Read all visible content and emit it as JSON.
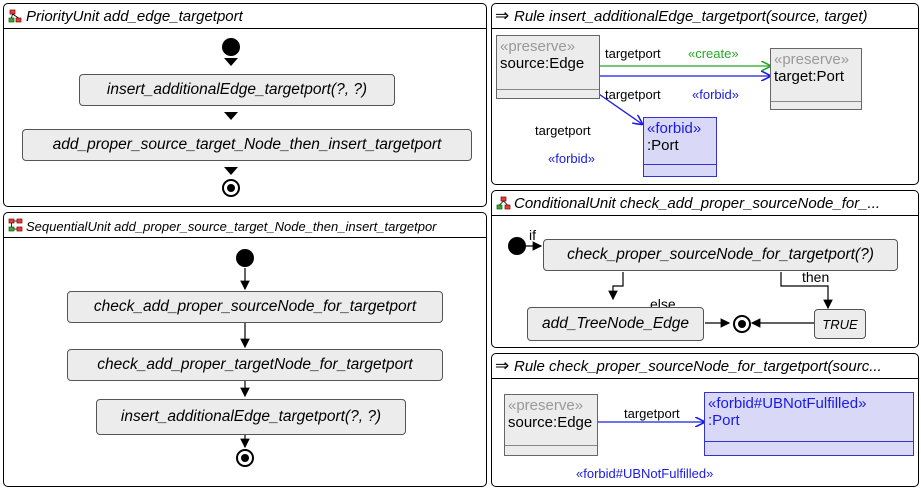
{
  "priority_unit": {
    "title": "PriorityUnit add_edge_targetport",
    "icon": "priority-unit-icon",
    "box1": "insert_additionalEdge_targetport(?, ?)",
    "box2": "add_proper_source_target_Node_then_insert_targetport"
  },
  "sequential_unit": {
    "title": "SequentialUnit add_proper_source_target_Node_then_insert_targetpor",
    "icon": "sequential-unit-icon",
    "box1": "check_add_proper_sourceNode_for_targetport",
    "box2": "check_add_proper_targetNode_for_targetport",
    "box3": "insert_additionalEdge_targetport(?, ?)"
  },
  "rule_insert": {
    "title": "Rule insert_additionalEdge_targetport(source, target)",
    "arrow": "⇒",
    "source": {
      "stereotype": "«preserve»",
      "name": "source:Edge"
    },
    "target": {
      "stereotype": "«preserve»",
      "name": "target:Port"
    },
    "forbid_port": {
      "stereotype": "«forbid»",
      "name": ":Port"
    },
    "edge_create": {
      "label": "targetport",
      "action": "«create»"
    },
    "edge_forbid": {
      "label": "targetport",
      "action": "«forbid»"
    },
    "edge_forbid2": {
      "label": "targetport",
      "action": "«forbid»"
    },
    "colors": {
      "create": "#22aa22",
      "forbid": "#1a1ae6"
    }
  },
  "conditional_unit": {
    "title": "ConditionalUnit check_add_proper_sourceNode_for_...",
    "icon": "conditional-unit-icon",
    "if_label": "if",
    "then_label": "then",
    "else_label": "else",
    "condition_box": "check_proper_sourceNode_for_targetport(?)",
    "else_box": "add_TreeNode_Edge",
    "then_box": "TRUE"
  },
  "rule_check": {
    "title": "Rule check_proper_sourceNode_for_targetport(sourc...",
    "arrow": "⇒",
    "source": {
      "stereotype": "«preserve»",
      "name": "source:Edge"
    },
    "forbid_port": {
      "stereotype": "«forbid#UBNotFulfilled»",
      "name": ":Port"
    },
    "edge": {
      "label": "targetport"
    },
    "forbid_label": "«forbid#UBNotFulfilled»"
  }
}
